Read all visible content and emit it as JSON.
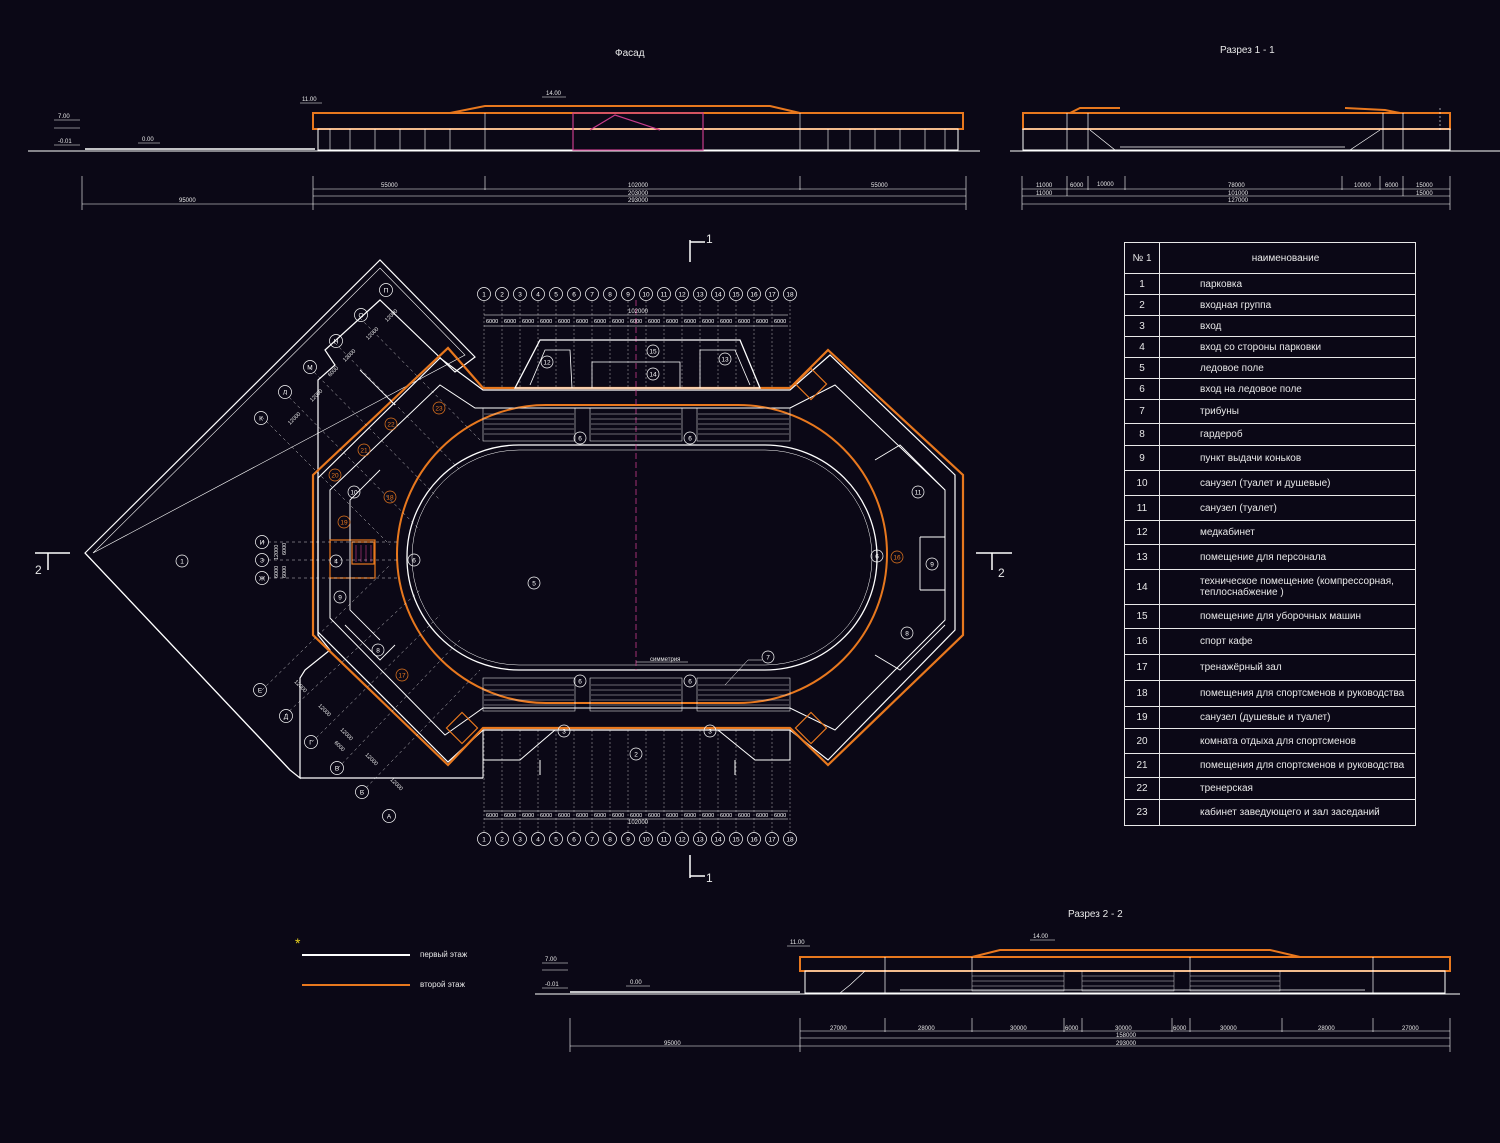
{
  "titles": {
    "facade": "Фасад",
    "section11": "Разрез  1 - 1",
    "section22": "Разрез  2 - 2"
  },
  "colors": {
    "background": "#0b0816",
    "first_floor": "#ffffff",
    "second_floor": "#e8781e",
    "accent_magenta": "#c83c8c",
    "star": "#e8d21e"
  },
  "elevations": {
    "facade": [
      "11.00",
      "14.00",
      "7.00",
      "-0.01",
      "0.00"
    ],
    "section22": [
      "11.00",
      "14.00",
      "7.00",
      "-0.01",
      "0.00"
    ]
  },
  "facade_dims": {
    "row1": [
      "55000",
      "102000",
      "55000"
    ],
    "row2": "203000",
    "row3_left": "95000",
    "row3_right": "293000"
  },
  "section11_dims": {
    "row1": [
      "11000",
      "6000",
      "10000",
      "78000",
      "10000",
      "6000",
      "15000"
    ],
    "row2_left": "11000",
    "row2_mid": "101000",
    "row2_right": "15000",
    "row3": "127000"
  },
  "section22_dims": {
    "row1": [
      "27000",
      "28000",
      "30000",
      "6000",
      "30000",
      "6000",
      "30000",
      "28000",
      "27000"
    ],
    "row2": "158000",
    "row3_left": "95000",
    "row3_right": "293000"
  },
  "plan": {
    "axes_top": [
      "1",
      "2",
      "3",
      "4",
      "5",
      "6",
      "7",
      "8",
      "9",
      "10",
      "11",
      "12",
      "13",
      "14",
      "15",
      "16",
      "17",
      "18"
    ],
    "axis_spacing": "6000",
    "span_top": "102000",
    "span_bottom": "102000",
    "grid_letters": [
      "П",
      "О",
      "Н",
      "М",
      "Л",
      "К",
      "И",
      "З",
      "Ж",
      "Е",
      "Д",
      "Г",
      "В",
      "Б",
      "А"
    ],
    "left_spacing": "12000",
    "left_small": "6000",
    "symmetry_label": "симметрия",
    "section_cut_1": "1",
    "section_cut_2": "2",
    "rooms": [
      "1",
      "2",
      "3",
      "3",
      "4",
      "5",
      "6",
      "6",
      "6",
      "6",
      "6",
      "6",
      "7",
      "8",
      "8",
      "9",
      "9",
      "10",
      "11",
      "11",
      "12",
      "13",
      "14",
      "15",
      "16",
      "17",
      "18",
      "19",
      "20",
      "21",
      "22",
      "23"
    ]
  },
  "legend_table": {
    "header_num": "№ 1",
    "header_name": "наименование",
    "rows": [
      {
        "n": "1",
        "name": "парковка"
      },
      {
        "n": "2",
        "name": "входная группа"
      },
      {
        "n": "3",
        "name": "вход"
      },
      {
        "n": "4",
        "name": "вход со стороны парковки"
      },
      {
        "n": "5",
        "name": "ледовое поле"
      },
      {
        "n": "6",
        "name": "вход на ледовое поле"
      },
      {
        "n": "7",
        "name": "трибуны"
      },
      {
        "n": "8",
        "name": "гардероб"
      },
      {
        "n": "9",
        "name": "пункт выдачи коньков"
      },
      {
        "n": "10",
        "name": "санузел (туалет и душевые)"
      },
      {
        "n": "11",
        "name": "санузел (туалет)"
      },
      {
        "n": "12",
        "name": "медкабинет"
      },
      {
        "n": "13",
        "name": "помещение для персонала"
      },
      {
        "n": "14",
        "name": "техническое помещение (компрессорная, теплоснабжение )"
      },
      {
        "n": "15",
        "name": "помещение для уборочных машин"
      },
      {
        "n": "16",
        "name": "спорт кафе"
      },
      {
        "n": "17",
        "name": "тренажёрный зал"
      },
      {
        "n": "18",
        "name": "помещения для спортсменов и руководства"
      },
      {
        "n": "19",
        "name": "санузел (душевые и туалет)"
      },
      {
        "n": "20",
        "name": "комната отдыха для спортсменов"
      },
      {
        "n": "21",
        "name": "помещения для спортсменов и руководства"
      },
      {
        "n": "22",
        "name": "тренерская"
      },
      {
        "n": "23",
        "name": "кабинет заведующего и зал заседаний"
      }
    ]
  },
  "key": {
    "star": "*",
    "first_floor": "первый этаж",
    "second_floor": "второй этаж"
  }
}
